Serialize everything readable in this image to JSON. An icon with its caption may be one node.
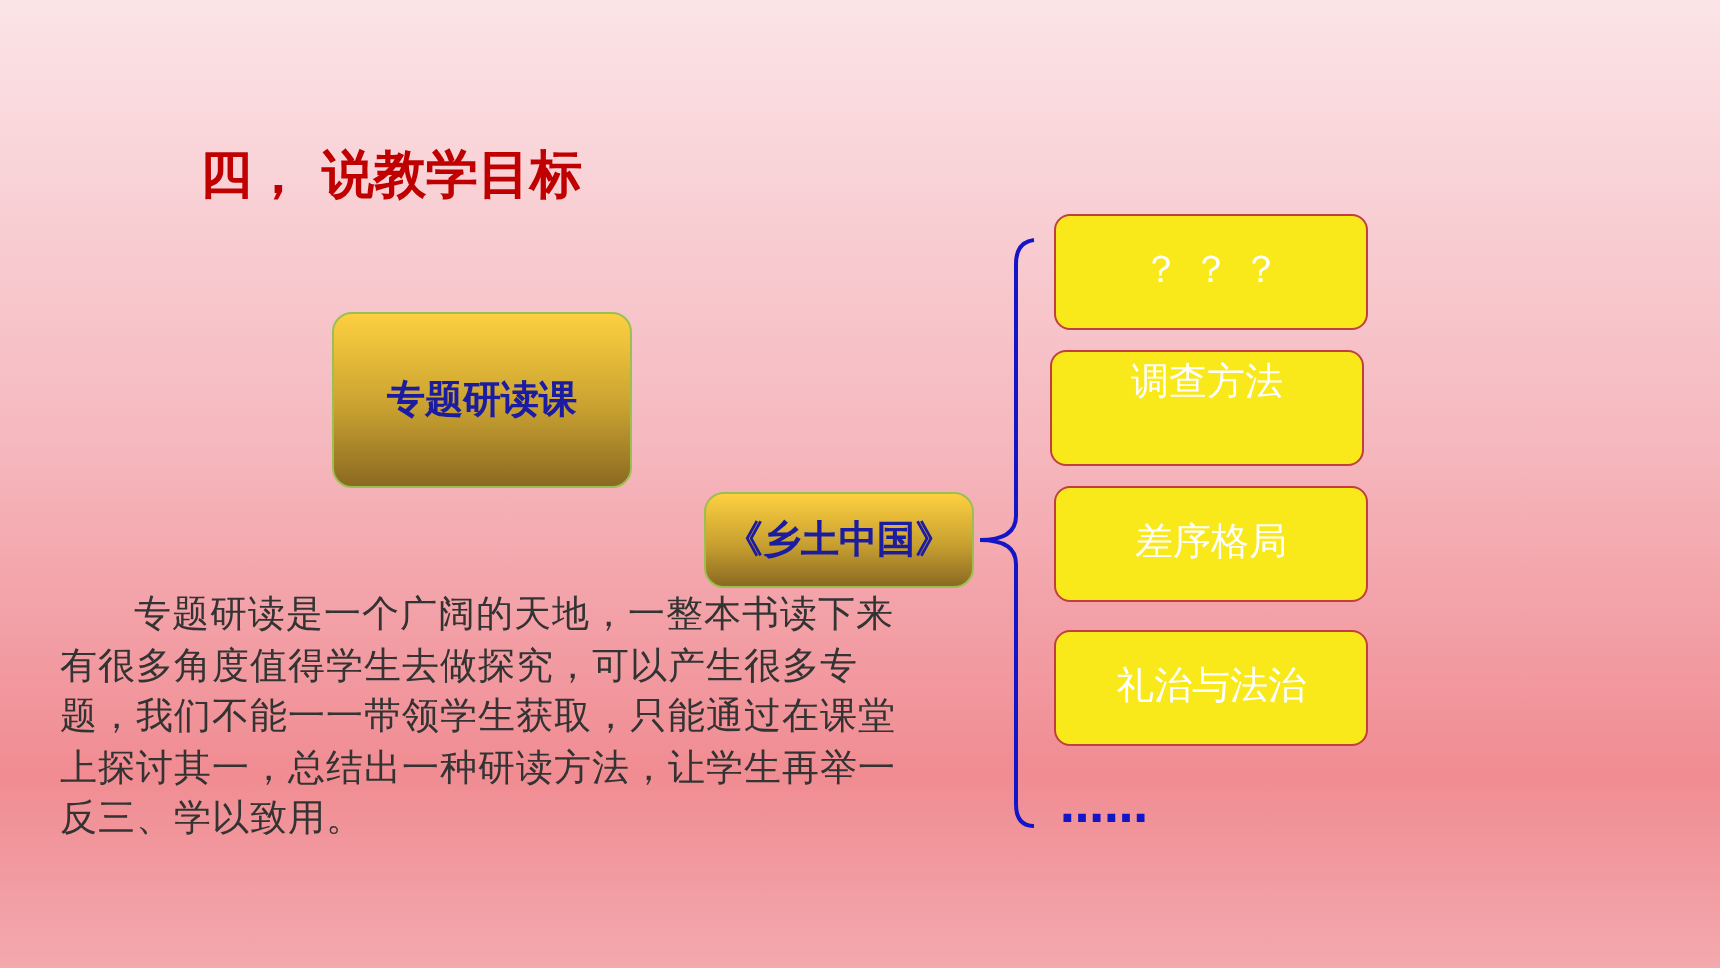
{
  "diagram": {
    "title": "四， 说教学目标",
    "nodes": [
      {
        "text": [
          "专题研读课"
        ]
      },
      {
        "text": [
          "《乡土中国》"
        ]
      },
      {
        "text": [
          "？ ？ ？"
        ]
      },
      {
        "text": [
          "调查方法"
        ]
      },
      {
        "text": [
          "差序格局"
        ]
      },
      {
        "text": [
          "礼治与法治"
        ]
      }
    ],
    "labels": [
      "专题研读是一个广阔的天地，一整本书读下来有很多角度值得学生去做探究，可以产生很多专题，我们不能一一带领学生获取，只能通过在课堂上探讨其一，总结出一种研读方法，让学生再举一反三、学以致用。",
      "……"
    ]
  }
}
